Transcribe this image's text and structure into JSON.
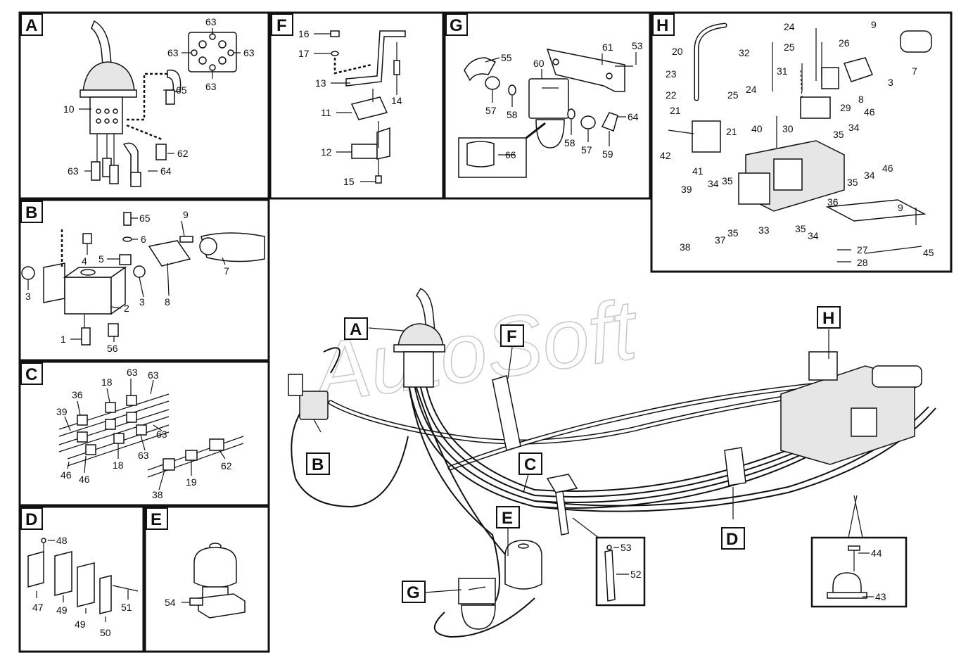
{
  "watermark": "AutoSoft",
  "panels": {
    "A": {
      "letter": "A",
      "labels": [
        "63",
        "63",
        "63",
        "63",
        "10",
        "65",
        "62",
        "63",
        "64"
      ]
    },
    "F": {
      "letter": "F",
      "labels": [
        "16",
        "17",
        "13",
        "14",
        "11",
        "12",
        "15"
      ]
    },
    "G": {
      "letter": "G",
      "labels": [
        "55",
        "60",
        "61",
        "53",
        "57",
        "58",
        "58",
        "57",
        "59",
        "64",
        "66"
      ]
    },
    "H": {
      "letter": "H",
      "labels": [
        "24",
        "9",
        "20",
        "32",
        "25",
        "26",
        "7",
        "23",
        "31",
        "22",
        "25",
        "24",
        "8",
        "3",
        "21",
        "29",
        "40",
        "30",
        "35",
        "34",
        "46",
        "42",
        "21",
        "41",
        "34",
        "35",
        "46",
        "39",
        "34",
        "35",
        "36",
        "38",
        "37",
        "35",
        "33",
        "35",
        "34",
        "9",
        "27",
        "45",
        "28"
      ]
    },
    "B": {
      "letter": "B",
      "labels": [
        "65",
        "9",
        "6",
        "4",
        "5",
        "7",
        "3",
        "3",
        "8",
        "2",
        "1",
        "56"
      ]
    },
    "C": {
      "letter": "C",
      "labels": [
        "63",
        "63",
        "18",
        "36",
        "39",
        "63",
        "63",
        "18",
        "46",
        "46",
        "63",
        "19",
        "62",
        "38"
      ]
    },
    "D": {
      "letter": "D",
      "labels": [
        "48",
        "47",
        "49",
        "49",
        "50",
        "51"
      ]
    },
    "E": {
      "letter": "E",
      "labels": [
        "54"
      ]
    }
  },
  "assembly_tags": [
    "A",
    "F",
    "H",
    "B",
    "C",
    "E",
    "D",
    "G"
  ],
  "assembly_labels": [
    "53",
    "52",
    "44",
    "43"
  ]
}
